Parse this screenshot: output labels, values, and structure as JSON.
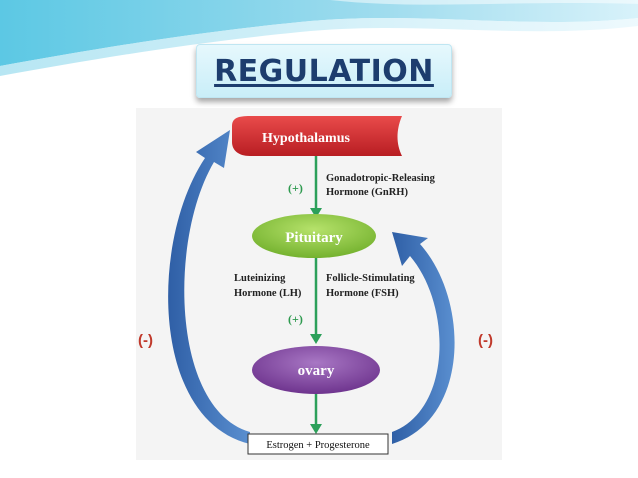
{
  "title": "REGULATION",
  "diagram": {
    "nodes": {
      "hypothalamus": "Hypothalamus",
      "pituitary": "Pituitary",
      "ovary": "ovary",
      "output": "Estrogen + Progesterone"
    },
    "labels": {
      "gnrh_line1": "Gonadotropic-Releasing",
      "gnrh_line2": "Hormone  (GnRH)",
      "lh_line1": "Luteinizing",
      "lh_line2": "Hormone (LH)",
      "fsh_line1": "Follicle-Stimulating",
      "fsh_line2": "Hormone (FSH)",
      "plus_top": "(+)",
      "plus_mid": "(+)",
      "minus_left": "(-)",
      "minus_right": "(-)"
    },
    "colors": {
      "hypothalamus": "#d3232a",
      "pituitary": "#8cc63f",
      "ovary": "#7b3f97",
      "green_arrow": "#2ca05a",
      "feedback_arrow": "#3a6fb3",
      "minus_text": "#c0392b",
      "plus_text": "#2e9a4f"
    }
  }
}
